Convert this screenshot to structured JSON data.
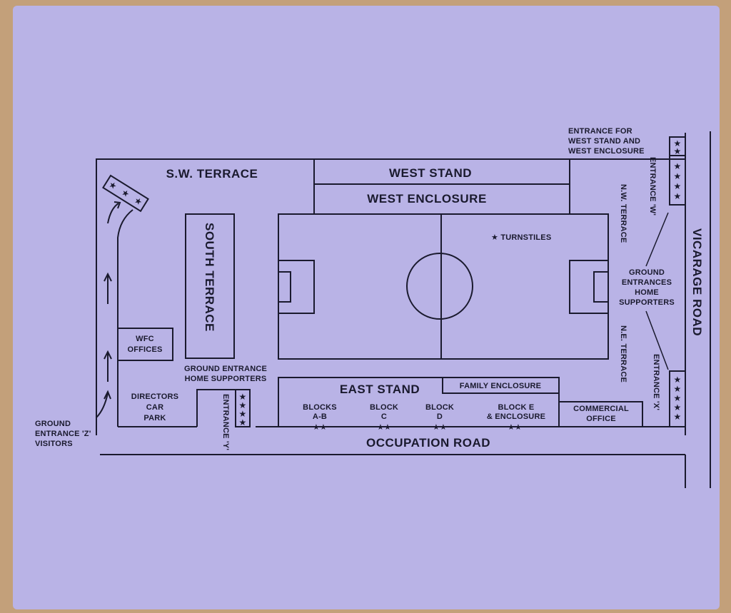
{
  "colors": {
    "paper": "#b9b3e6",
    "ink": "#1a1a2e",
    "table": "#c3a07a"
  },
  "stands": {
    "sw_terrace": "S.W. TERRACE",
    "west_stand": "WEST STAND",
    "west_enclosure": "WEST ENCLOSURE",
    "south_terrace": "SOUTH TERRACE",
    "east_stand": "EAST STAND",
    "family_enclosure": "FAMILY ENCLOSURE",
    "nw_terrace": "N.W. TERRACE",
    "ne_terrace": "N.E. TERRACE"
  },
  "buildings": {
    "wfc_offices": [
      "WFC",
      "OFFICES"
    ],
    "directors_car_park": [
      "DIRECTORS",
      "CAR",
      "PARK"
    ],
    "commercial_office": [
      "COMMERCIAL",
      "OFFICE"
    ]
  },
  "blocks": {
    "ab": [
      "BLOCKS",
      "A-B"
    ],
    "c": [
      "BLOCK",
      "C"
    ],
    "d": [
      "BLOCK",
      "D"
    ],
    "e": [
      "BLOCK E",
      "& ENCLOSURE"
    ]
  },
  "entrances": {
    "west_top": [
      "ENTRANCE FOR",
      "WEST STAND AND",
      "WEST ENCLOSURE"
    ],
    "w": "ENTRANCE 'W'",
    "x": "ENTRANCE 'X'",
    "y": "ENTRANCE 'Y'",
    "home_right": [
      "GROUND",
      "ENTRANCES",
      "HOME",
      "SUPPORTERS"
    ],
    "home_bottom": [
      "GROUND ENTRANCE",
      "HOME SUPPORTERS"
    ],
    "visitors": [
      "GROUND",
      "ENTRANCE 'Z'",
      "VISITORS"
    ]
  },
  "roads": {
    "occupation": "OCCUPATION ROAD",
    "vicarage": "VICARAGE ROAD"
  },
  "legend": {
    "turnstiles": "★ TURNSTILES"
  },
  "turnstile_glyph": "★"
}
